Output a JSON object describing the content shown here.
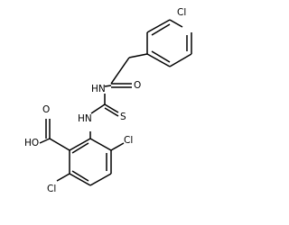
{
  "molecule": {
    "atoms": {
      "cl_top": "Cl",
      "nh_amide": "HN",
      "o_carbonyl": "O",
      "s_thio": "S",
      "nh_thiourea": "HN",
      "cooh": "HO",
      "o_acid": "O",
      "cl_ortho": "Cl",
      "cl_meta": "Cl"
    }
  }
}
